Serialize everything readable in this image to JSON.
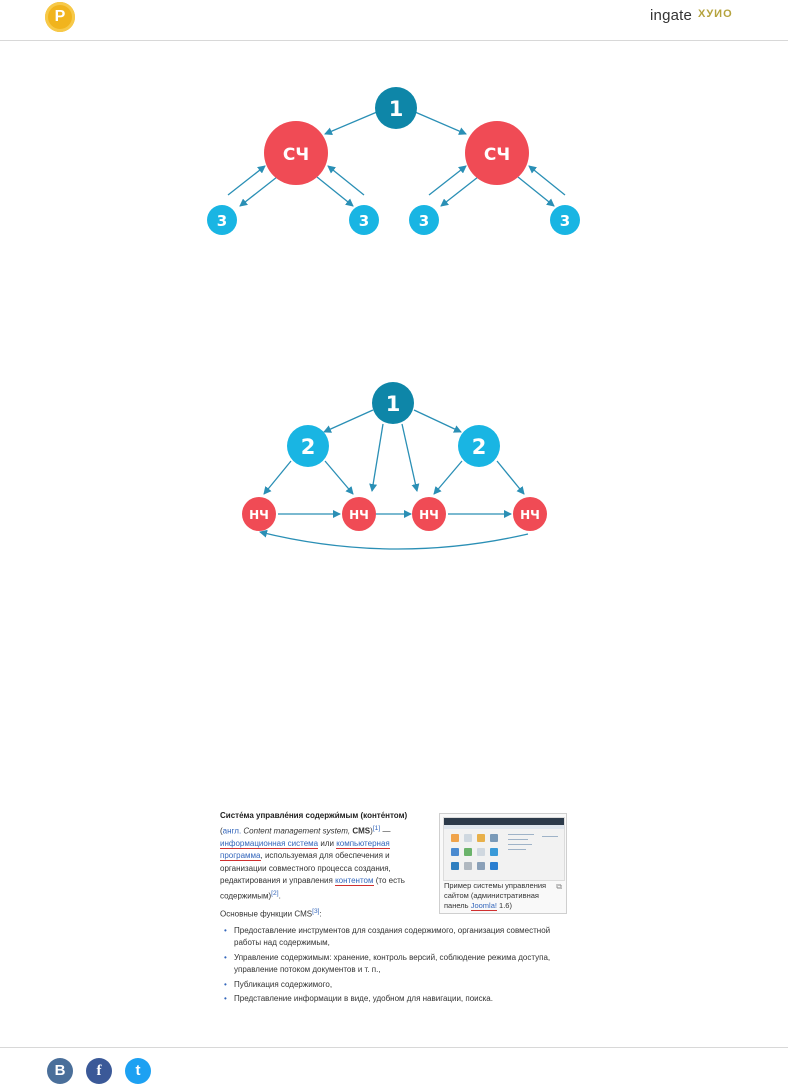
{
  "header": {
    "logo_letter": "Р",
    "brand": "ingate",
    "brand_mark": "ХУИО"
  },
  "diagram1": {
    "top": "1",
    "mid": [
      "СЧ",
      "СЧ"
    ],
    "leaves": [
      "3",
      "3",
      "3",
      "3"
    ]
  },
  "diagram2": {
    "top": "1",
    "mid": [
      "2",
      "2"
    ],
    "bottom": [
      "НЧ",
      "НЧ",
      "НЧ",
      "НЧ"
    ]
  },
  "colors": {
    "dark_teal": "#0e86a8",
    "light_blue": "#19b5e3",
    "red": "#f04b55",
    "arrow": "#2a8fb5"
  },
  "wiki": {
    "term": "Систе́ма управле́ния содержи́мым (конте́нтом)",
    "open_paren": "(",
    "lang_abbr": "англ.",
    "english": "Content management system,",
    "cms": "CMS",
    "ref1": "[1]",
    "dash": "—",
    "link_info_system": "информационная система",
    "or": "или",
    "link_program_a": "компьютерная",
    "link_program_b": "программа",
    "text_a": ", используемая для обеспечения и организации совместного процесса создания, редактирования и управления",
    "link_content": "контентом",
    "text_b": "(то есть содержимым)",
    "ref2": "[2]",
    "text_c": ".",
    "functions_intro": "Основные функции CMS",
    "ref3": "[3]",
    "functions_colon": ":",
    "functions": [
      "Предоставление инструментов для создания содержимого, организация совместной работы над содержимым,",
      "Управление содержимым: хранение, контроль версий, соблюдение режима доступа, управление потоком документов и т. п.,",
      "Публикация содержимого,",
      "Представление информации в виде, удобном для навигации, поиска."
    ],
    "caption_a": "Пример системы управления сайтом (административная панель",
    "caption_link": "Joomla!",
    "caption_b": "1.6)"
  },
  "footer": {
    "social": [
      "В",
      "f",
      "t"
    ]
  }
}
